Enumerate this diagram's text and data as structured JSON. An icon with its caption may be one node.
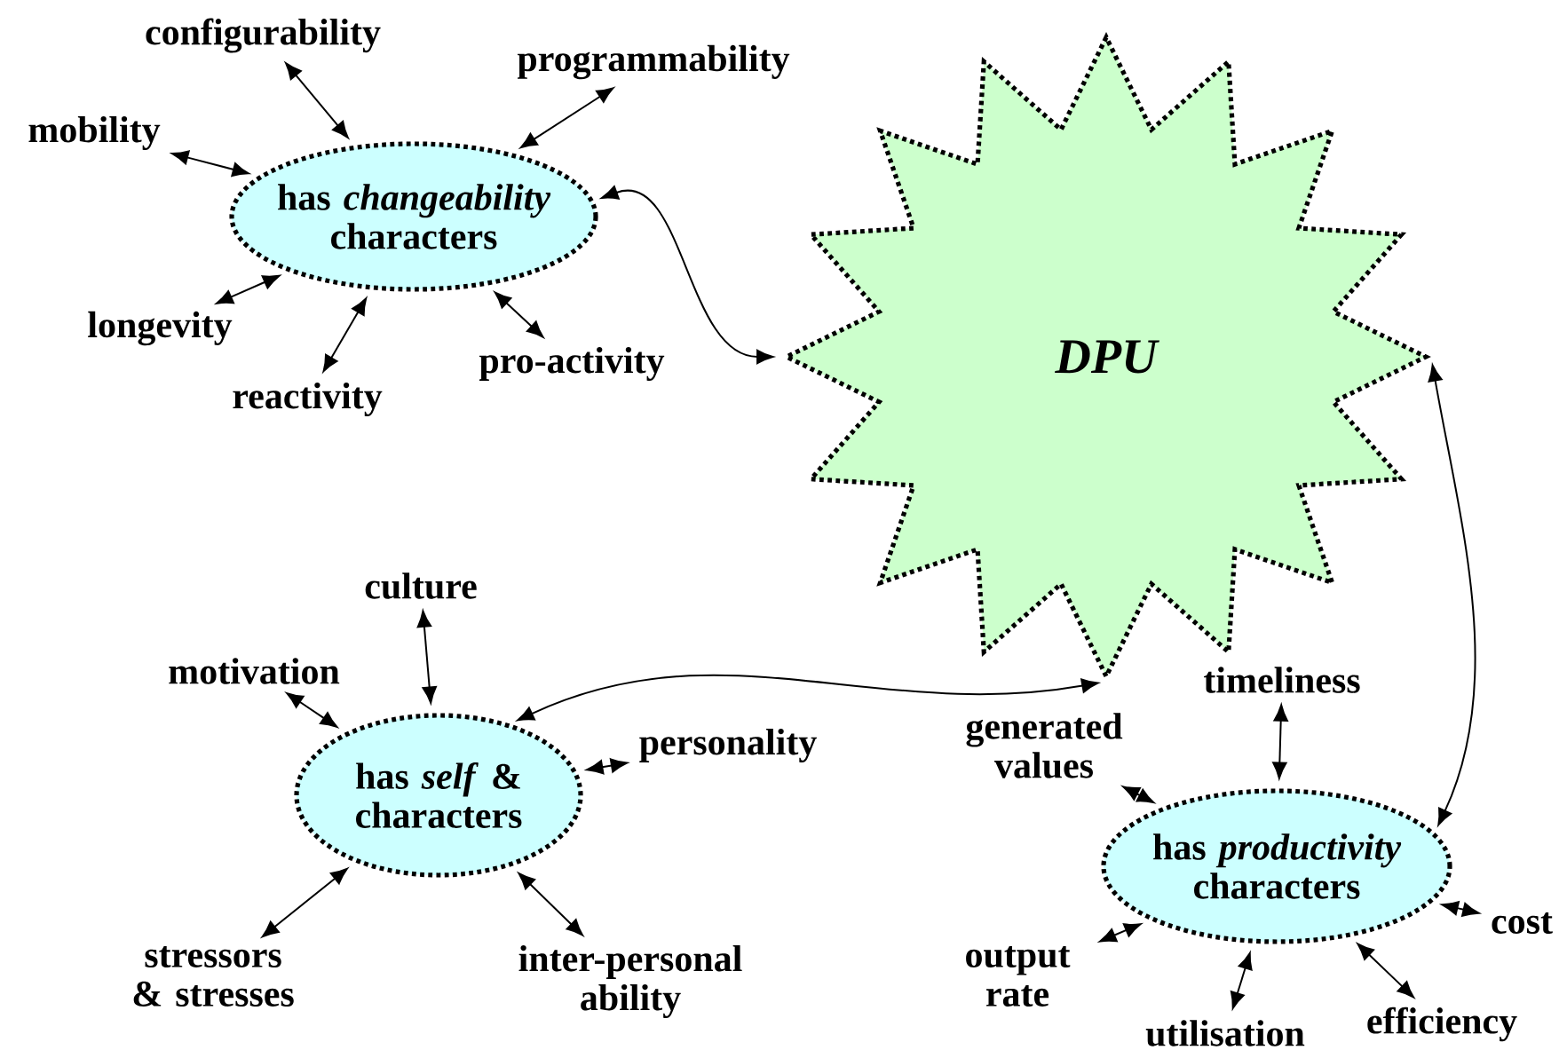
{
  "diagram": {
    "nodes": [
      {
        "text": [
          "DPU"
        ]
      },
      {
        "text": [
          "has *changeability* characters"
        ]
      },
      {
        "text": [
          "configurability"
        ]
      },
      {
        "text": [
          "programmability"
        ]
      },
      {
        "text": [
          "mobility"
        ]
      },
      {
        "text": [
          "longevity"
        ]
      },
      {
        "text": [
          "reactivity"
        ]
      },
      {
        "text": [
          "pro-activity"
        ]
      },
      {
        "text": [
          "has *self* & characters"
        ]
      },
      {
        "text": [
          "culture"
        ]
      },
      {
        "text": [
          "motivation"
        ]
      },
      {
        "text": [
          "personality"
        ]
      },
      {
        "text": [
          "stressors & stresses"
        ]
      },
      {
        "text": [
          "inter-personal ability"
        ]
      },
      {
        "text": [
          "has *productivity* characters"
        ]
      },
      {
        "text": [
          "timeliness"
        ]
      },
      {
        "text": [
          "generated values"
        ]
      },
      {
        "text": [
          "output rate"
        ]
      },
      {
        "text": [
          "utilisation"
        ]
      },
      {
        "text": [
          "efficiency"
        ]
      },
      {
        "text": [
          "cost"
        ]
      }
    ],
    "edges": [
      {
        "from": 1,
        "to": 2,
        "arrow": "both"
      },
      {
        "from": 1,
        "to": 3,
        "arrow": "both"
      },
      {
        "from": 1,
        "to": 4,
        "arrow": "both"
      },
      {
        "from": 1,
        "to": 5,
        "arrow": "both"
      },
      {
        "from": 1,
        "to": 6,
        "arrow": "both"
      },
      {
        "from": 1,
        "to": 7,
        "arrow": "both"
      },
      {
        "from": 1,
        "to": 0,
        "arrow": "both"
      },
      {
        "from": 8,
        "to": 9,
        "arrow": "both"
      },
      {
        "from": 8,
        "to": 10,
        "arrow": "both"
      },
      {
        "from": 8,
        "to": 11,
        "arrow": "both"
      },
      {
        "from": 8,
        "to": 12,
        "arrow": "both"
      },
      {
        "from": 8,
        "to": 13,
        "arrow": "both"
      },
      {
        "from": 8,
        "to": 0,
        "arrow": "both"
      },
      {
        "from": 14,
        "to": 15,
        "arrow": "both"
      },
      {
        "from": 14,
        "to": 16,
        "arrow": "both"
      },
      {
        "from": 14,
        "to": 17,
        "arrow": "both"
      },
      {
        "from": 14,
        "to": 18,
        "arrow": "both"
      },
      {
        "from": 14,
        "to": 19,
        "arrow": "both"
      },
      {
        "from": 14,
        "to": 20,
        "arrow": "both"
      },
      {
        "from": 14,
        "to": 0,
        "arrow": "both"
      }
    ]
  }
}
